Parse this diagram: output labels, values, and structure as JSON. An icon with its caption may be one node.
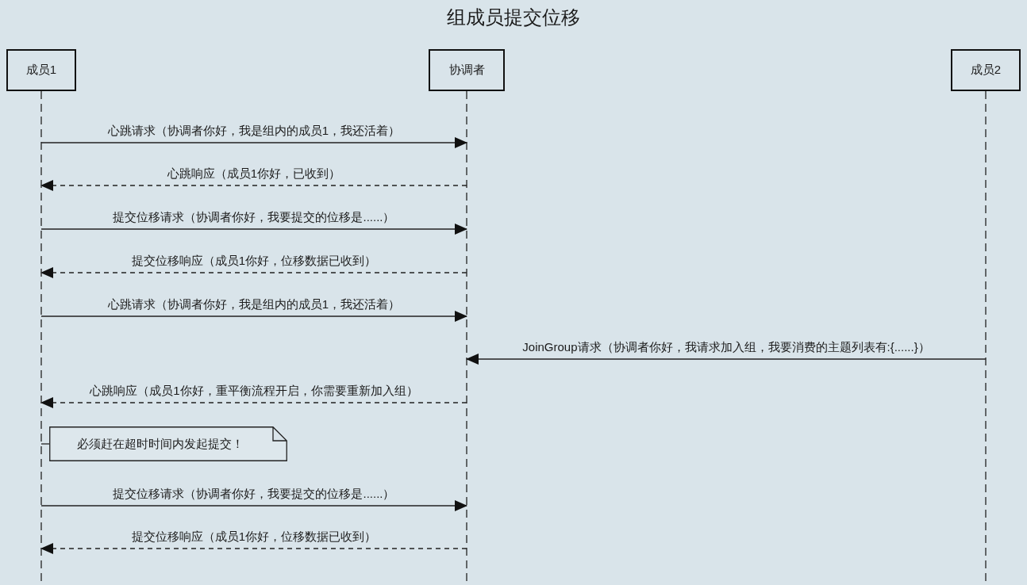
{
  "diagram": {
    "title": "组成员提交位移",
    "nodes": [
      {
        "text": [
          "成员1"
        ]
      },
      {
        "text": [
          "协调者"
        ]
      },
      {
        "text": [
          "成员2"
        ]
      },
      {
        "text": [
          "必须赶在超时时间内发起提交！"
        ]
      }
    ],
    "edges": [
      {
        "from": 0,
        "to": 1,
        "arrow": "to",
        "label": "心跳请求（协调者你好，我是组内的成员1，我还活着）"
      },
      {
        "from": 1,
        "to": 0,
        "arrow": "to",
        "style": "dashed",
        "label": "心跳响应（成员1你好，已收到）"
      },
      {
        "from": 0,
        "to": 1,
        "arrow": "to",
        "label": "提交位移请求（协调者你好，我要提交的位移是......）"
      },
      {
        "from": 1,
        "to": 0,
        "arrow": "to",
        "style": "dashed",
        "label": "提交位移响应（成员1你好，位移数据已收到）"
      },
      {
        "from": 0,
        "to": 1,
        "arrow": "to",
        "label": "心跳请求（协调者你好，我是组内的成员1，我还活着）"
      },
      {
        "from": 2,
        "to": 1,
        "arrow": "to",
        "label": "JoinGroup请求（协调者你好，我请求加入组，我要消费的主题列表有:{......}）"
      },
      {
        "from": 1,
        "to": 0,
        "arrow": "to",
        "style": "dashed",
        "label": "心跳响应（成员1你好，重平衡流程开启，你需要重新加入组）"
      },
      {
        "from": 0,
        "to": 3,
        "arrow": "none"
      },
      {
        "from": 0,
        "to": 1,
        "arrow": "to",
        "label": "提交位移请求（协调者你好，我要提交的位移是......）"
      },
      {
        "from": 1,
        "to": 0,
        "arrow": "to",
        "style": "dashed",
        "label": "提交位移响应（成员1你好，位移数据已收到）"
      }
    ]
  }
}
